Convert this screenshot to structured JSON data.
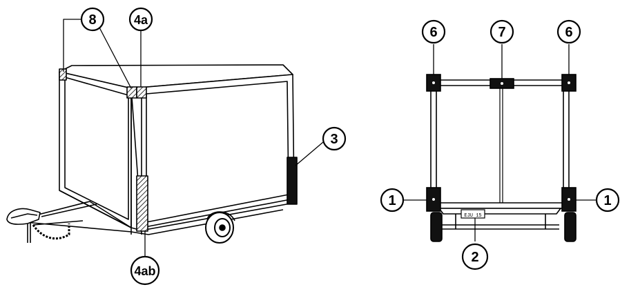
{
  "colors": {
    "line": "#000000",
    "background": "#ffffff",
    "marker_fill": "#111111"
  },
  "callouts": {
    "c8": "8",
    "c4a": "4a",
    "c3": "3",
    "c4ab": "4ab",
    "c6_left": "6",
    "c7": "7",
    "c6_right": "6",
    "c1_left": "1",
    "c1_right": "1",
    "c2": "2"
  },
  "plate_text": "EJU 15"
}
